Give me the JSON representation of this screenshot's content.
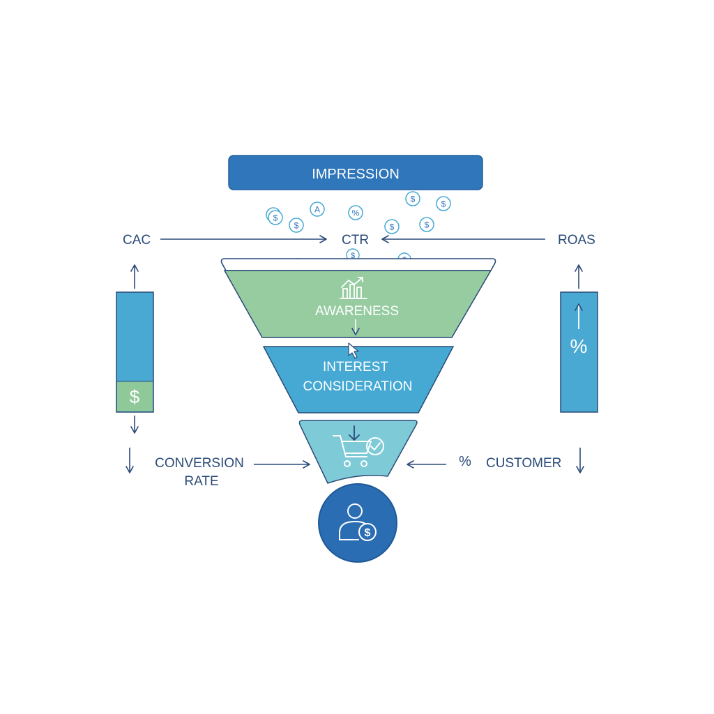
{
  "impression": {
    "label": "IMPRESSION"
  },
  "metrics": {
    "cac": "CAC",
    "ctr": "CTR",
    "roas": "ROAS",
    "conversion_line1": "CONVERSION",
    "conversion_line2": "RATE",
    "customer": "CUSTOMER",
    "percent_mark": "%"
  },
  "funnel": {
    "awareness": "AWARENESS",
    "interest": "INTEREST",
    "consideration": "CONSIDERATION"
  },
  "side_bars": {
    "left_symbol": "$",
    "right_symbol": "%"
  },
  "particles": [
    "$",
    "A",
    "%",
    "$",
    "$",
    "$",
    "$",
    "$",
    "$",
    "$",
    "$",
    "$"
  ],
  "colors": {
    "navy": "#2a4a78",
    "blue": "#2f76bb",
    "deep_blue": "#2a6db3",
    "green": "#97cca1",
    "teal": "#45a9d3",
    "light_teal": "#7ecad6",
    "side_bar": "#4aa9d2",
    "side_bar_green": "#8fc99a"
  }
}
